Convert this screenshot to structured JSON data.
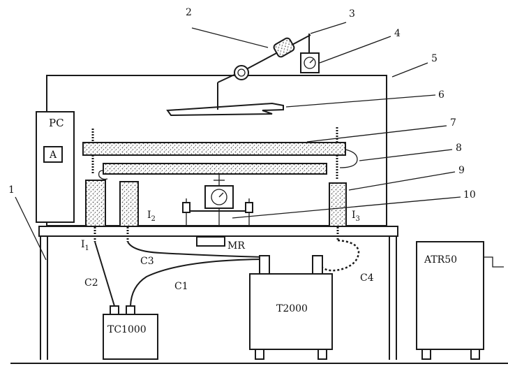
{
  "labels": {
    "n1": "1",
    "n2": "2",
    "n3": "3",
    "n4": "4",
    "n5": "5",
    "n6": "6",
    "n7": "7",
    "n8": "8",
    "n9": "9",
    "n10": "10",
    "pc": "PC",
    "a": "A",
    "i1": "I",
    "i1_sub": "1",
    "i2": "I",
    "i2_sub": "2",
    "i3": "I",
    "i3_sub": "3",
    "c1": "C1",
    "c2": "C2",
    "c3": "C3",
    "c4": "C4",
    "mr": "MR",
    "tc1000": "TC1000",
    "t2000": "T2000",
    "atr50": "ATR50"
  },
  "colors": {
    "ink": "#1a1a1a",
    "paper": "#ffffff",
    "fill_texture": "#555555"
  }
}
